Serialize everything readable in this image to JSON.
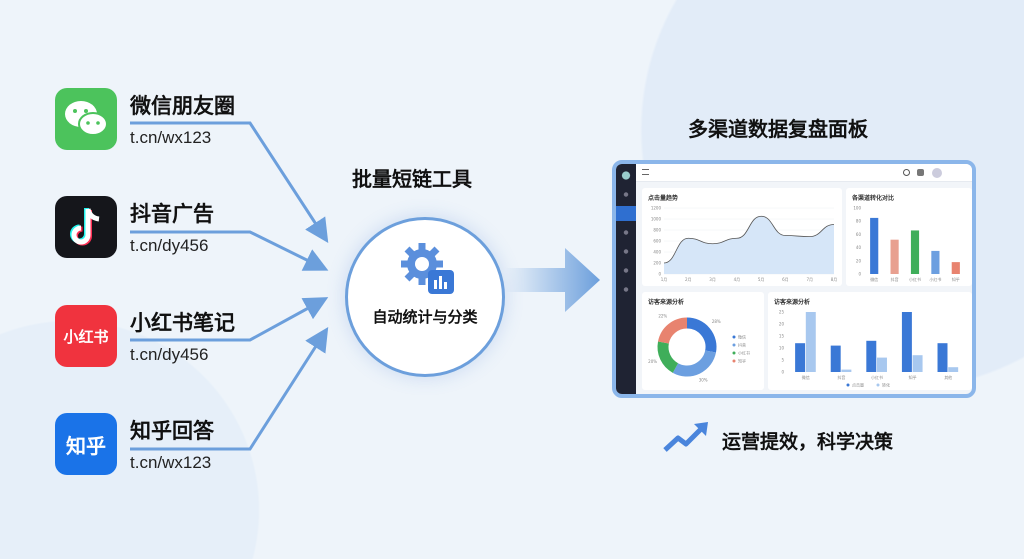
{
  "sources": [
    {
      "name": "微信朋友圈",
      "url": "t.cn/wx123",
      "icon": "wechat-icon",
      "color": "#4cc35c"
    },
    {
      "name": "抖音广告",
      "url": "t.cn/dy456",
      "icon": "douyin-icon",
      "color": "#15161b"
    },
    {
      "name": "小红书笔记",
      "url": "t.cn/dy456",
      "icon": "xiaohongshu-icon",
      "color": "#f0333e",
      "icon_text": "小红书"
    },
    {
      "name": "知乎回答",
      "url": "t.cn/wx123",
      "icon": "zhihu-icon",
      "color": "#1a73e8",
      "icon_text": "知乎"
    }
  ],
  "tool": {
    "title": "批量短链工具",
    "label": "自动统计与分类",
    "icon": "gear-chart-icon"
  },
  "dashboard": {
    "title": "多渠道数据复盘面板",
    "accent": "#3a78d6",
    "chart_data": [
      {
        "type": "area",
        "title": "点击量趋势",
        "x": [
          "1月",
          "2月",
          "3月",
          "4月",
          "5月",
          "6月",
          "7月",
          "8月"
        ],
        "values": [
          200,
          650,
          550,
          650,
          1050,
          700,
          680,
          900
        ],
        "ylim": [
          0,
          1200
        ],
        "yticks": [
          0,
          200,
          400,
          600,
          800,
          1000,
          1200
        ]
      },
      {
        "type": "bar",
        "title": "各渠道转化对比",
        "categories": [
          "微信",
          "抖音",
          "小红书",
          "小红书",
          "知乎"
        ],
        "values": [
          85,
          52,
          66,
          35,
          18
        ],
        "ylim": [
          0,
          100
        ],
        "yticks": [
          0,
          20,
          40,
          60,
          80,
          100
        ]
      },
      {
        "type": "pie",
        "title": "访客来源分析",
        "labels": [
          "微信",
          "抖音",
          "小红书",
          "知乎"
        ],
        "values": [
          28,
          30,
          20,
          22
        ],
        "colors": [
          "#3a78d6",
          "#6c9fe0",
          "#3fae5a",
          "#e8836f"
        ]
      },
      {
        "type": "bar",
        "title": "访客来源分析",
        "categories": [
          "微信",
          "抖音",
          "小红书",
          "知乎",
          "其他"
        ],
        "series": [
          {
            "name": "点击量",
            "values": [
              12,
              11,
              13,
              25,
              12
            ]
          },
          {
            "name": "转化",
            "values": [
              25,
              1,
              6,
              7,
              2
            ]
          }
        ],
        "ylim": [
          0,
          25
        ],
        "yticks": [
          0,
          5,
          10,
          15,
          20,
          25
        ]
      }
    ]
  },
  "footer": {
    "text": "运营提效，科学决策",
    "icon": "trend-up-icon"
  }
}
